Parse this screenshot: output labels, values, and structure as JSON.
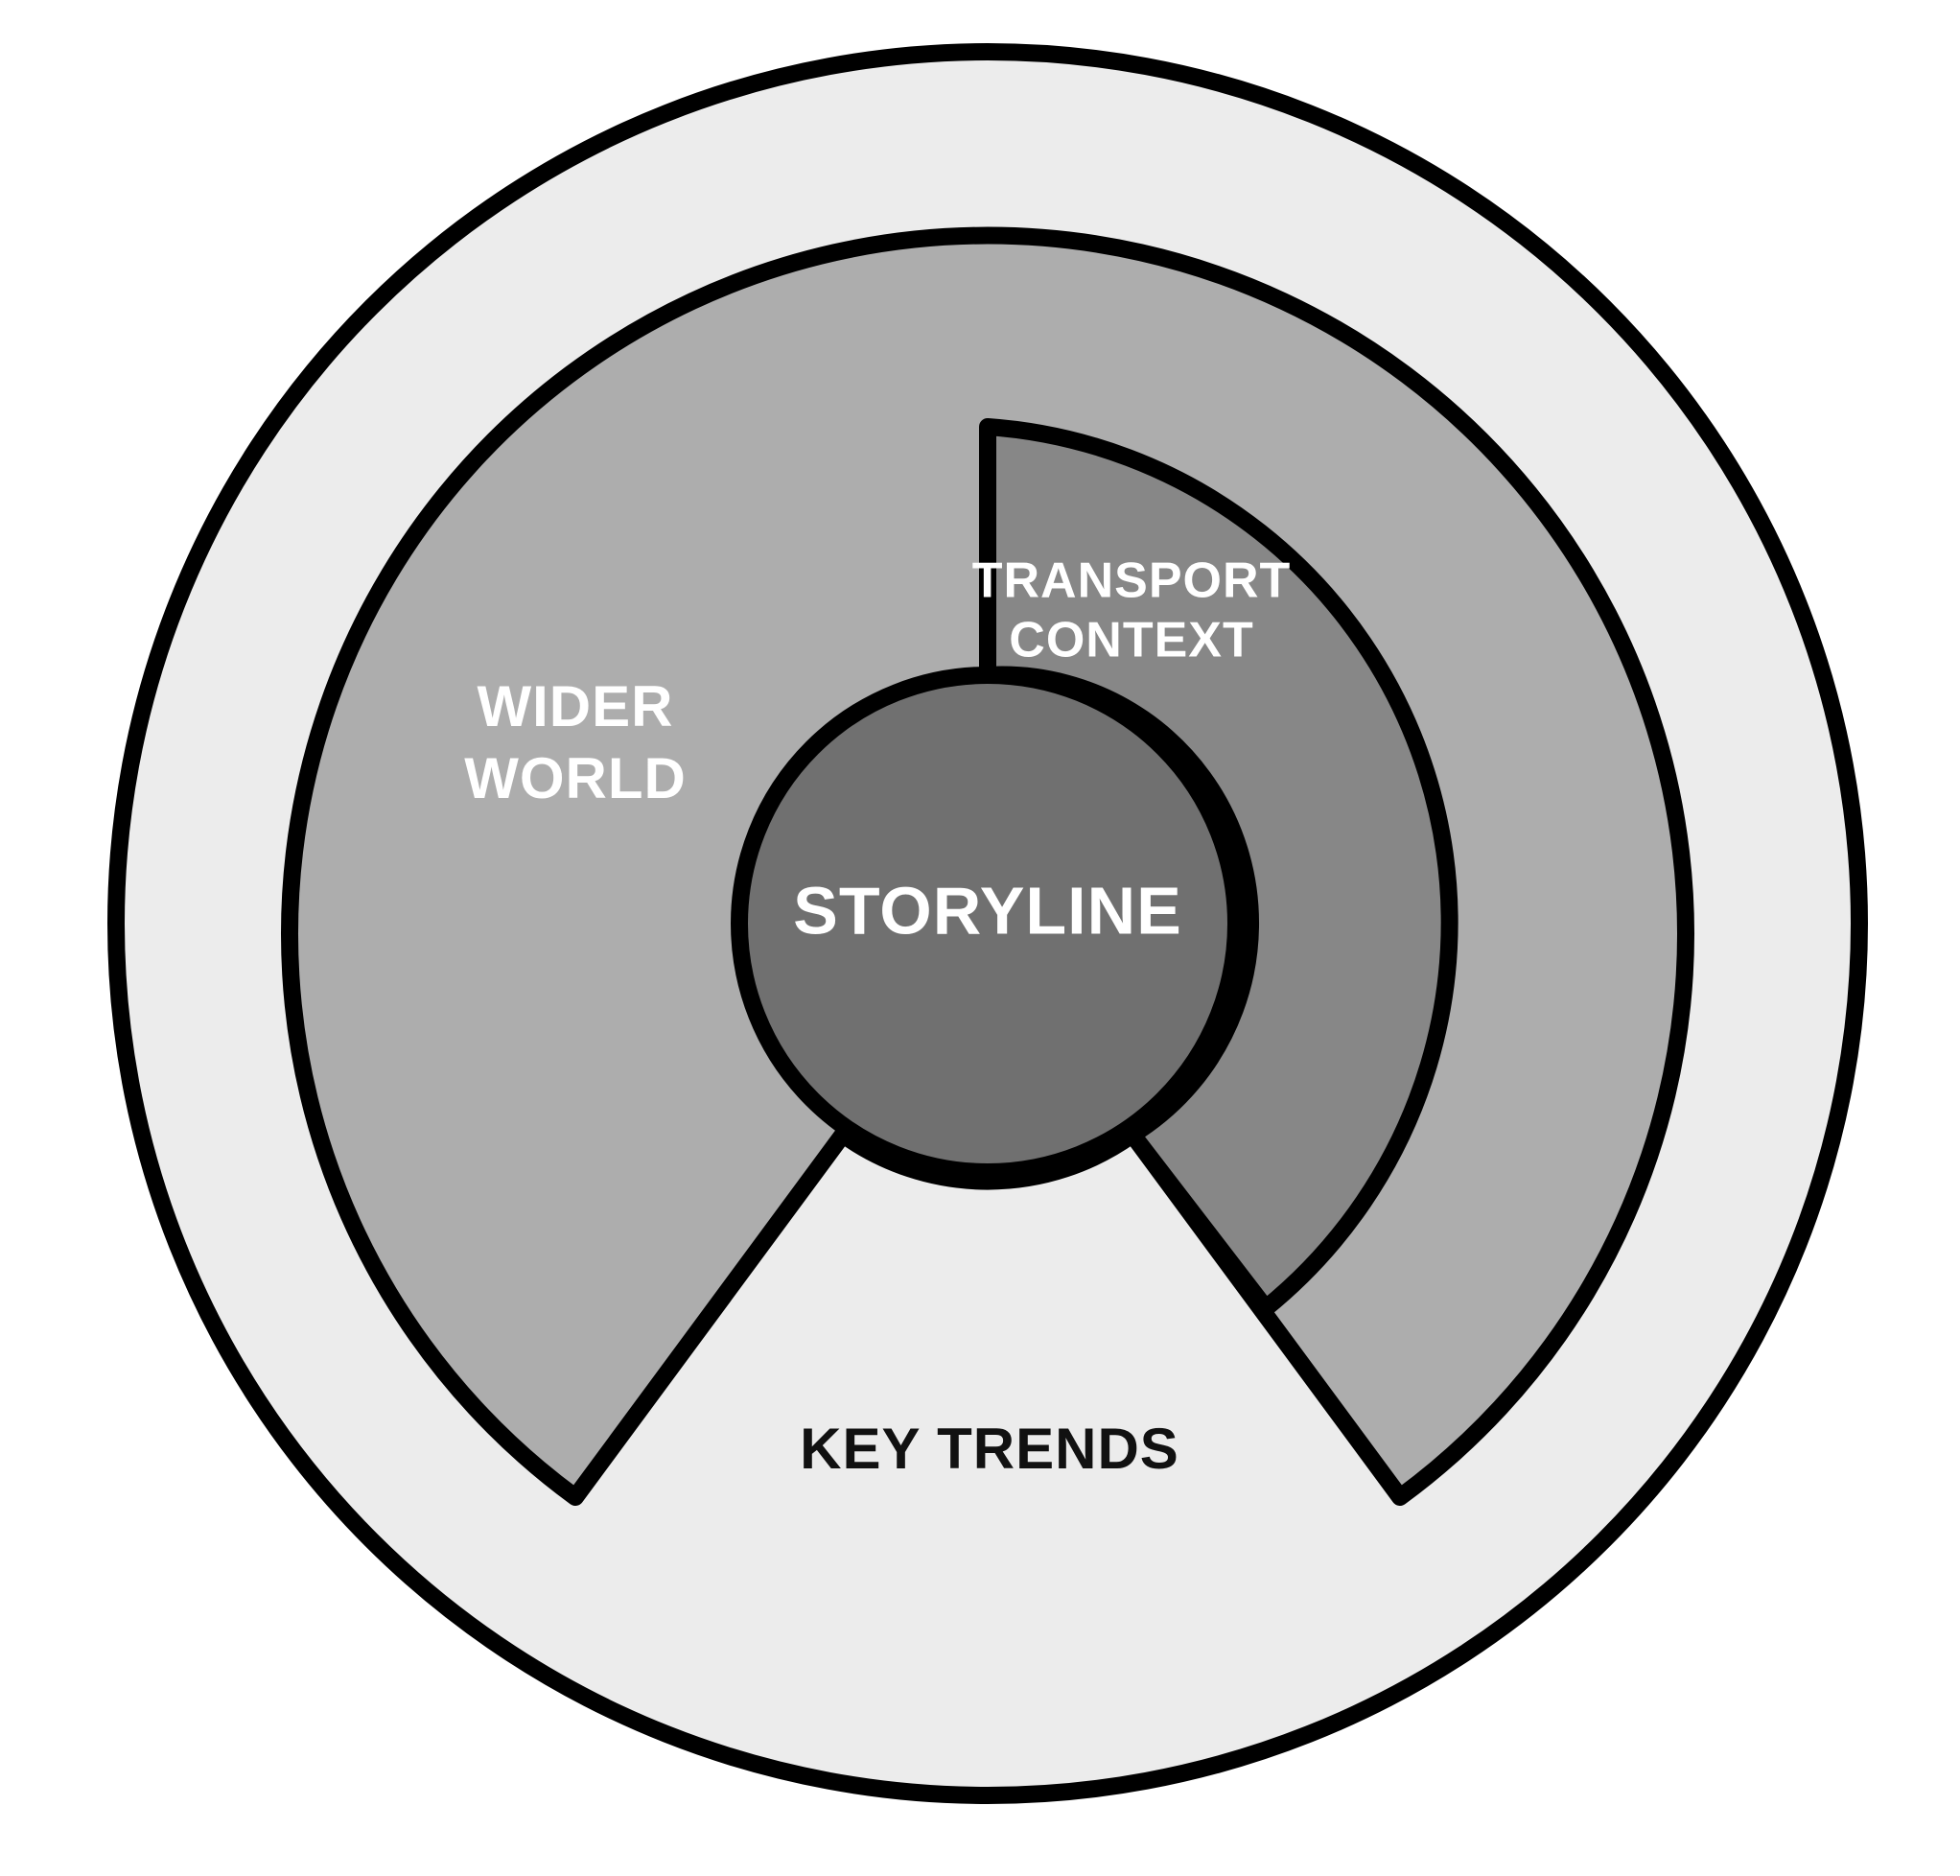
{
  "diagram": {
    "labels": {
      "storyline": "STORYLINE",
      "transport_line1": "TRANSPORT",
      "transport_line2": "CONTEXT",
      "wider_line1": "WIDER",
      "wider_line2": "WORLD",
      "key_trends": "KEY TRENDS"
    },
    "colors": {
      "outer_ring": "#ececec",
      "wider_world": "#adadad",
      "transport_context": "#878787",
      "storyline": "#707070",
      "outline": "#000000"
    }
  }
}
